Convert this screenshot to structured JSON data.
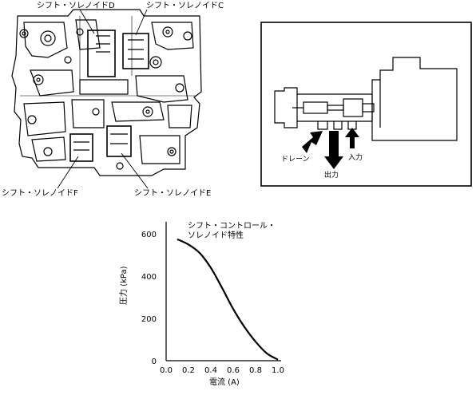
{
  "valve_body": {
    "label_d": "シフト・ソレノイドD",
    "label_c": "シフト・ソレノイドC",
    "label_f": "シフト・ソレノイドF",
    "label_e": "シフト・ソレノイドE"
  },
  "solenoid_section": {
    "drain_label": "ドレーン",
    "output_label": "出力",
    "input_label": "入力"
  },
  "chart_data": {
    "type": "line",
    "title_line1": "シフト・コントロール・",
    "title_line2": "ソレノイド特性",
    "xlabel": "電流 (A)",
    "ylabel": "圧力 (kPa)",
    "x_ticks": [
      "0.0",
      "0.2",
      "0.4",
      "0.6",
      "0.8",
      "1.0"
    ],
    "y_ticks": [
      "0",
      "200",
      "400",
      "600"
    ],
    "xlim": [
      0.0,
      1.0
    ],
    "ylim": [
      0,
      650
    ],
    "grid": false,
    "series": [
      {
        "x": [
          0.1,
          0.2,
          0.3,
          0.4,
          0.5,
          0.6,
          0.7,
          0.8,
          0.9,
          1.0
        ],
        "y": [
          575,
          550,
          510,
          440,
          345,
          245,
          160,
          90,
          35,
          5
        ]
      }
    ]
  }
}
